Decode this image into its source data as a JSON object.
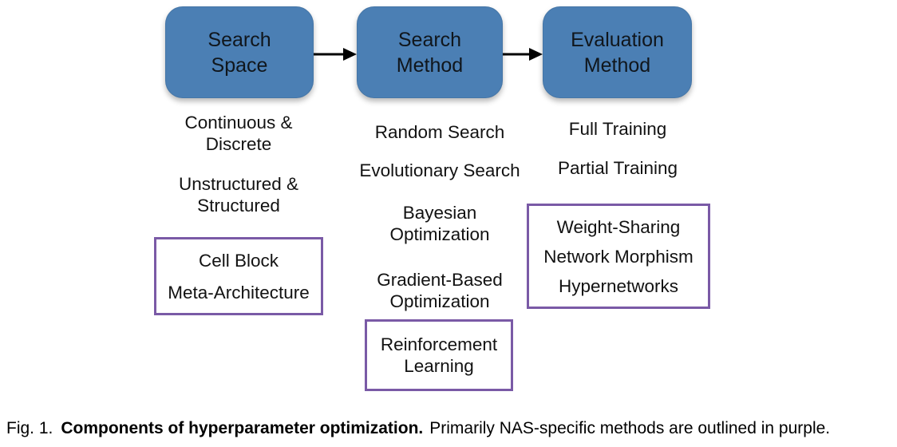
{
  "colors": {
    "flow_box_blue": "#4b7fb4",
    "nas_outline_purple": "#7a5aa6",
    "arrow_black": "#000000",
    "text_black": "#121212"
  },
  "flow_boxes": [
    {
      "id": "search-space",
      "label": "Search\nSpace"
    },
    {
      "id": "search-method",
      "label": "Search\nMethod"
    },
    {
      "id": "evaluation-method",
      "label": "Evaluation\nMethod"
    }
  ],
  "columns": [
    {
      "under": "Search Space",
      "plain_items": [
        "Continuous &\nDiscrete",
        "Unstructured &\nStructured"
      ],
      "purple_boxed_items": [
        "Cell Block",
        "Meta-Architecture"
      ]
    },
    {
      "under": "Search Method",
      "plain_items": [
        "Random Search",
        "Evolutionary Search",
        "Bayesian\nOptimization",
        "Gradient-Based\nOptimization"
      ],
      "purple_boxed_items": [
        "Reinforcement\nLearning"
      ]
    },
    {
      "under": "Evaluation Method",
      "plain_items": [
        "Full Training",
        "Partial Training"
      ],
      "purple_boxed_items": [
        "Weight-Sharing",
        "Network Morphism",
        "Hypernetworks"
      ]
    }
  ],
  "caption": {
    "fig_label": "Fig. 1.",
    "bold_text": "Components of hyperparameter optimization.",
    "normal_text": "Primarily NAS-specific methods are outlined in purple."
  }
}
